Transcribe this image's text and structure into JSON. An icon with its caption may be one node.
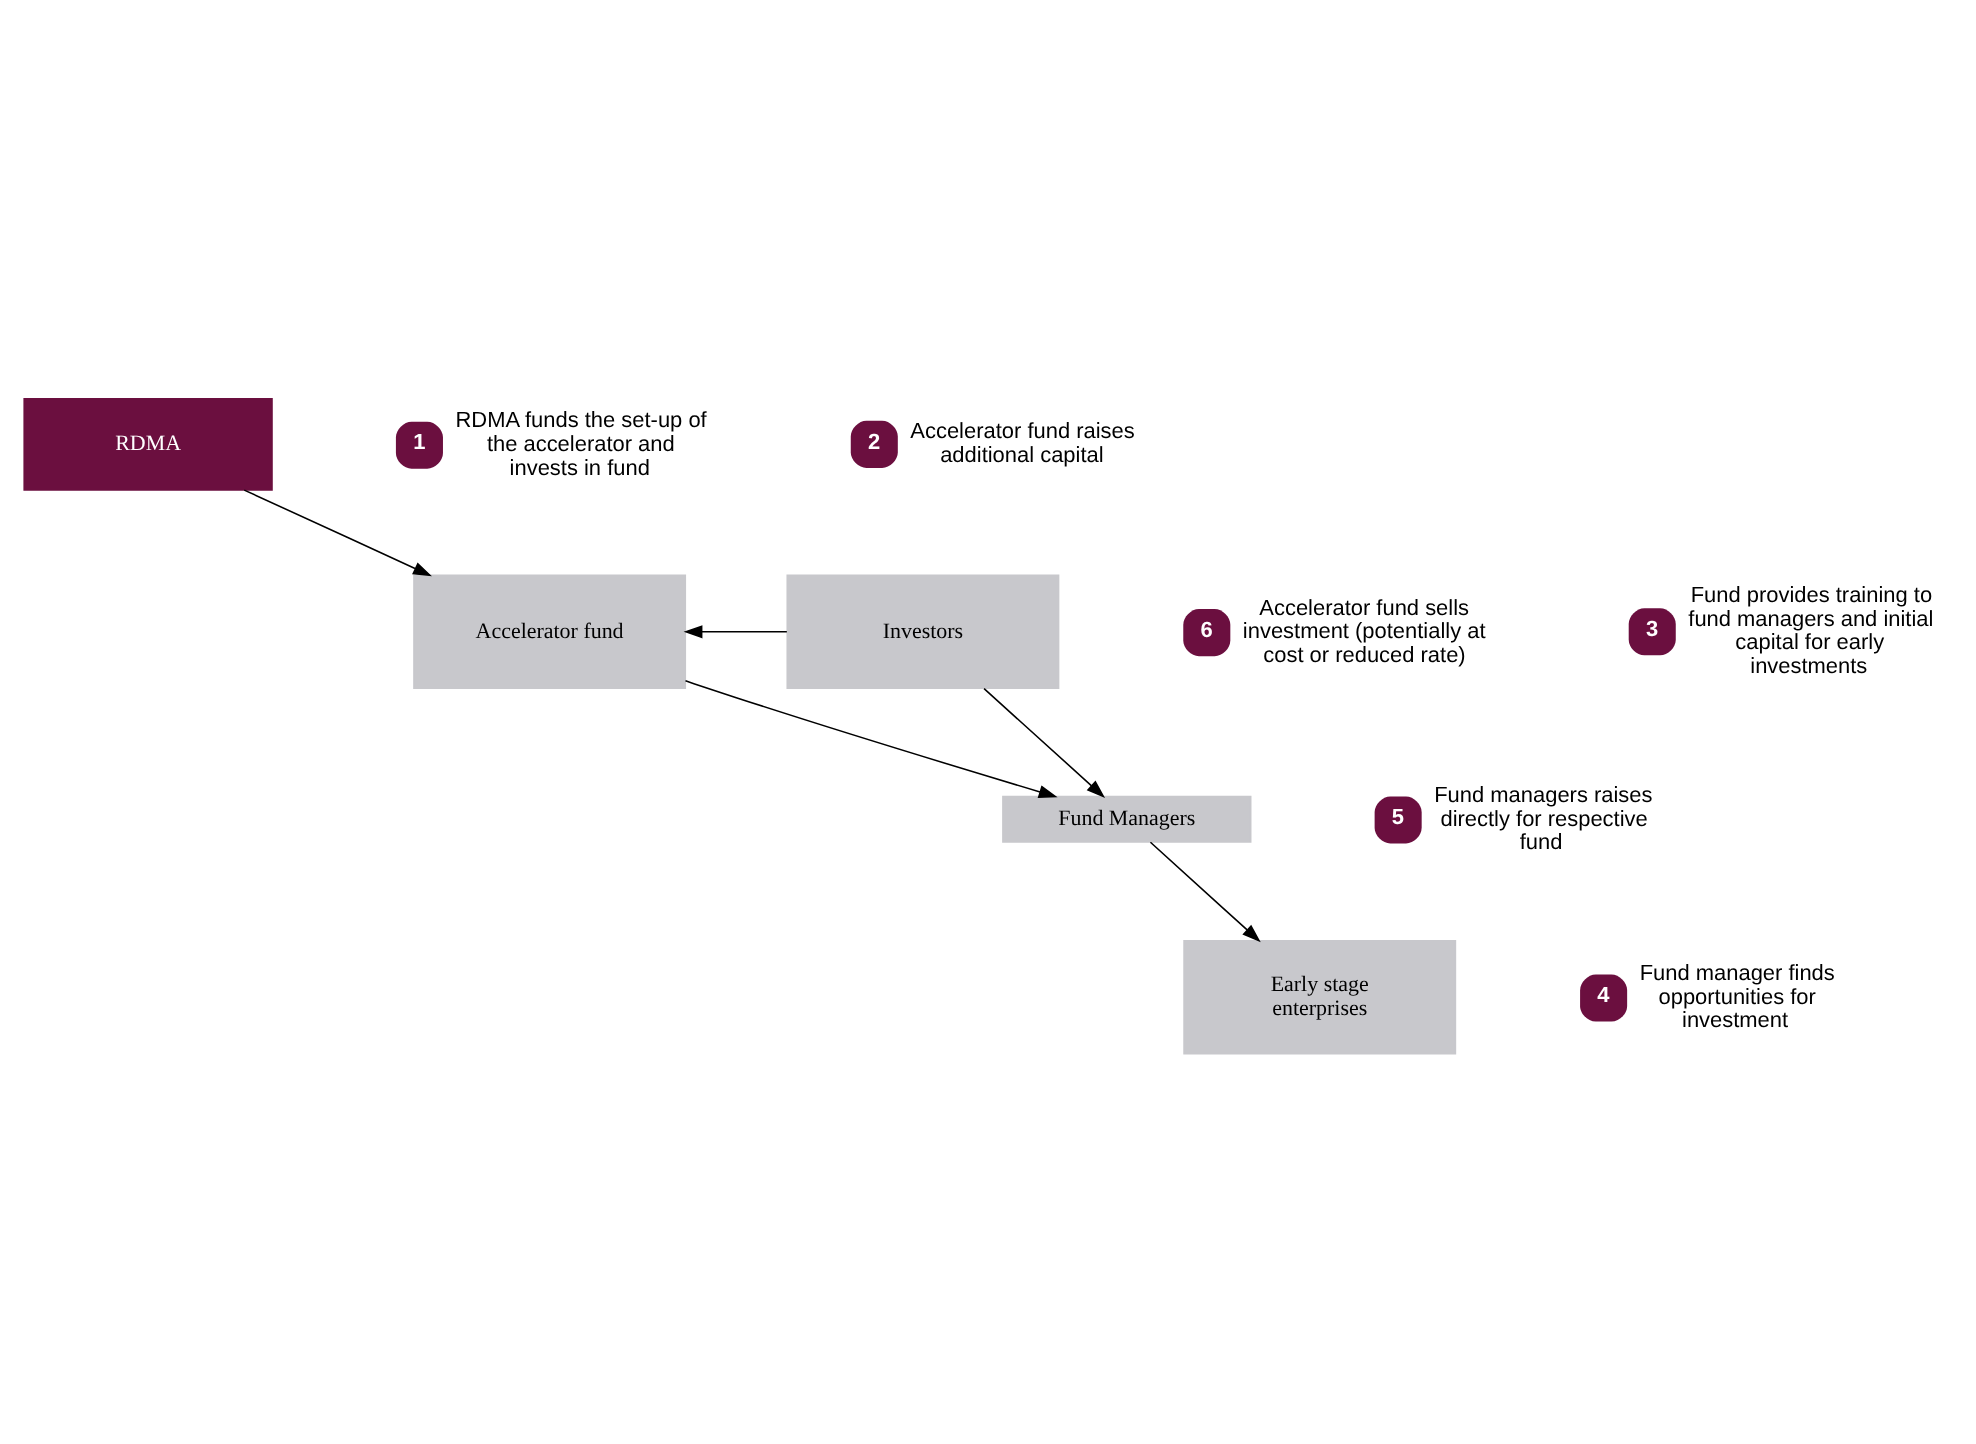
{
  "diagram": {
    "nodes": [
      {
        "text": [
          "RDMA"
        ]
      },
      {
        "text": [
          "Accelerator fund"
        ]
      },
      {
        "text": [
          "Investors"
        ]
      },
      {
        "text": [
          "Fund Managers"
        ]
      },
      {
        "text": [
          "Early stage enterprises"
        ]
      },
      {
        "text": [
          "1"
        ],
        "beside": [
          "RDMA funds the set-up of the accelerator and invests in fund"
        ]
      },
      {
        "text": [
          "2"
        ],
        "beside": [
          "Accelerator fund raises additional capital"
        ]
      },
      {
        "text": [
          "6"
        ],
        "beside": [
          "Accelerator fund sells investment (potentially at cost or reduced rate)"
        ]
      },
      {
        "text": [
          "3"
        ],
        "beside": [
          "Fund provides training to fund managers and initial capital for early investments"
        ]
      },
      {
        "text": [
          "5"
        ],
        "beside": [
          "Fund managers raises directly for respective fund"
        ]
      },
      {
        "text": [
          "4"
        ],
        "beside": [
          "Fund manager finds opportunities for investment"
        ]
      }
    ],
    "edges": [
      {
        "from": 0,
        "to": 1,
        "arrow": "to"
      },
      {
        "from": 2,
        "to": 1,
        "arrow": "to"
      },
      {
        "from": 1,
        "to": 3,
        "arrow": "to"
      },
      {
        "from": 2,
        "to": 3,
        "arrow": "to"
      },
      {
        "from": 3,
        "to": 4,
        "arrow": "to"
      }
    ]
  }
}
